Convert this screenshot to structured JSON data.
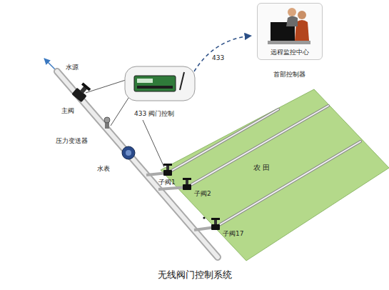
{
  "diagram": {
    "caption": "无线阀门控制系统",
    "nodes": [
      {
        "text": [
          "远程监控中心"
        ]
      },
      {
        "text": [
          "农 田"
        ]
      }
    ],
    "labels": [
      "433",
      "首部控制器",
      "433 阀门控制",
      "水源",
      "主阀",
      "压力变送器",
      "水表",
      "子阀1",
      "子阀2",
      "子阀17"
    ]
  }
}
